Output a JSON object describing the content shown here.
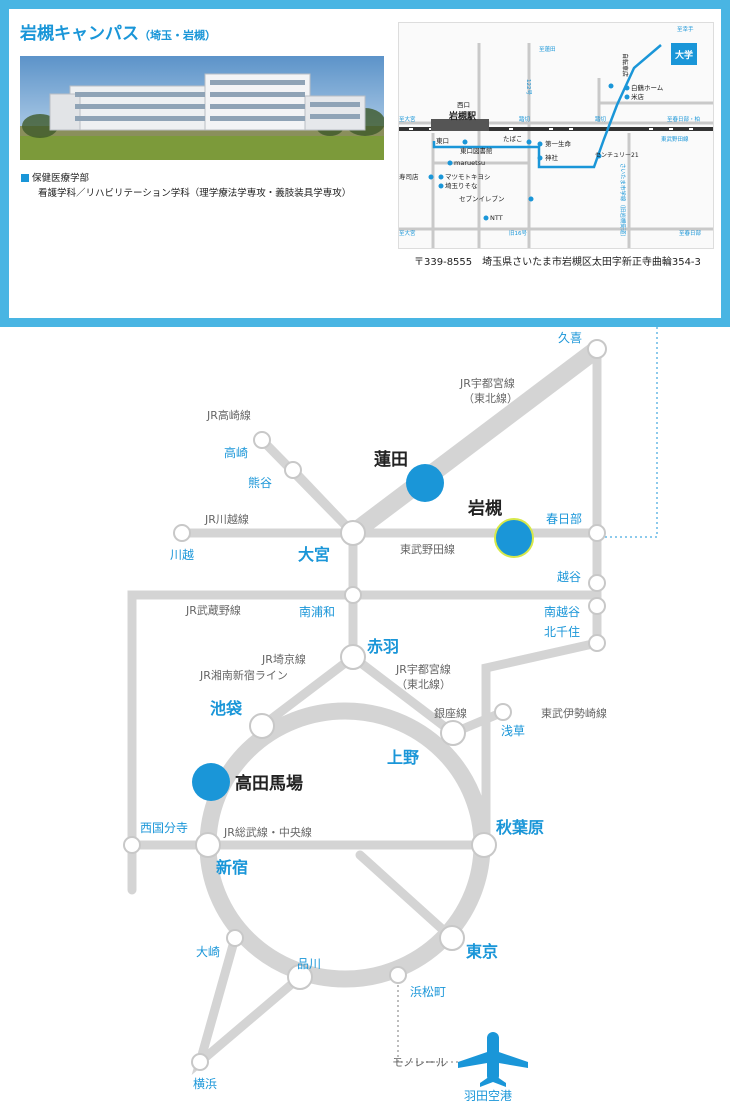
{
  "campus": {
    "title": "岩槻キャンパス",
    "subtitle": "（埼玉・岩槻）",
    "faculty": "保健医療学部",
    "departments": "看護学科／リハビリテーション学科（理学療法学専攻・義肢装具学専攻）",
    "address": "〒339-8555　埼玉県さいたま市岩槻区太田字新正寺曲輪354-3"
  },
  "local_map": {
    "university": "大学",
    "station_name": "岩槻駅",
    "west_exit": "西口",
    "east_exit": "東口",
    "roads": {
      "r122": "122号",
      "route16": "旧16号",
      "to_kanda": "至蓮田",
      "to_kouki": "至幸手",
      "to_omiya_top": "至大宮",
      "to_omiya_bottom": "至大宮",
      "to_kasukabe": "至春日部・柏",
      "to_kasukabe2": "至春日部",
      "tobu": "東武野田線",
      "saitama_line": "さいたま市学線（旧岩槻街道）"
    },
    "landmarks": {
      "jitensha": "自転車店",
      "hakutsuru": "白鶴ホーム",
      "kome": "米店",
      "library": "東口図書館",
      "tabako": "たばこ",
      "daiichi": "第一生命",
      "jinja": "神社",
      "center21": "センチュリー21",
      "maruetsu": "maruetsu",
      "sushi": "寿司店",
      "matsumoto": "マツモトキヨシ",
      "resona": "埼玉りそな",
      "seven": "セブンイレブン",
      "ntt": "NTT",
      "fumikiri1": "踏切",
      "fumikiri2": "踏切"
    }
  },
  "lines": {
    "utsunomiya_top": "JR宇都宮線",
    "tohoku_top": "（東北線）",
    "takasaki": "JR高崎線",
    "kawagoe": "JR川越線",
    "noda": "東武野田線",
    "musashino": "JR武蔵野線",
    "saikyo": "JR埼京線",
    "shonan": "JR湘南新宿ライン",
    "utsunomiya_mid": "JR宇都宮線",
    "tohoku_mid": "（東北線）",
    "ginza": "銀座線",
    "isesaki": "東武伊勢崎線",
    "sobu_chuo": "JR総武線・中央線",
    "monorail": "モノレール"
  },
  "stations": {
    "kuki": "久喜",
    "takasaki": "高崎",
    "kumagaya": "熊谷",
    "hasuda": "蓮田",
    "iwatsuki": "岩槻",
    "kasukabe": "春日部",
    "kawagoe": "川越",
    "omiya": "大宮",
    "koshigaya": "越谷",
    "minami_urawa": "南浦和",
    "minami_koshigaya": "南越谷",
    "kita_senju": "北千住",
    "akabane": "赤羽",
    "ikebukuro": "池袋",
    "asakusa": "浅草",
    "ueno": "上野",
    "takadanobaba": "高田馬場",
    "nishi_kokubunji": "西国分寺",
    "akihabara": "秋葉原",
    "shinjuku": "新宿",
    "osaki": "大崎",
    "shinagawa": "品川",
    "tokyo": "東京",
    "hamamatsucho": "浜松町",
    "yokohama": "横浜",
    "haneda": "羽田空港"
  },
  "colors": {
    "accent": "#1a96d8",
    "line_gray": "#d4d4d4",
    "frame": "#49b5e3",
    "highlight_ring": "#d6e84a"
  }
}
